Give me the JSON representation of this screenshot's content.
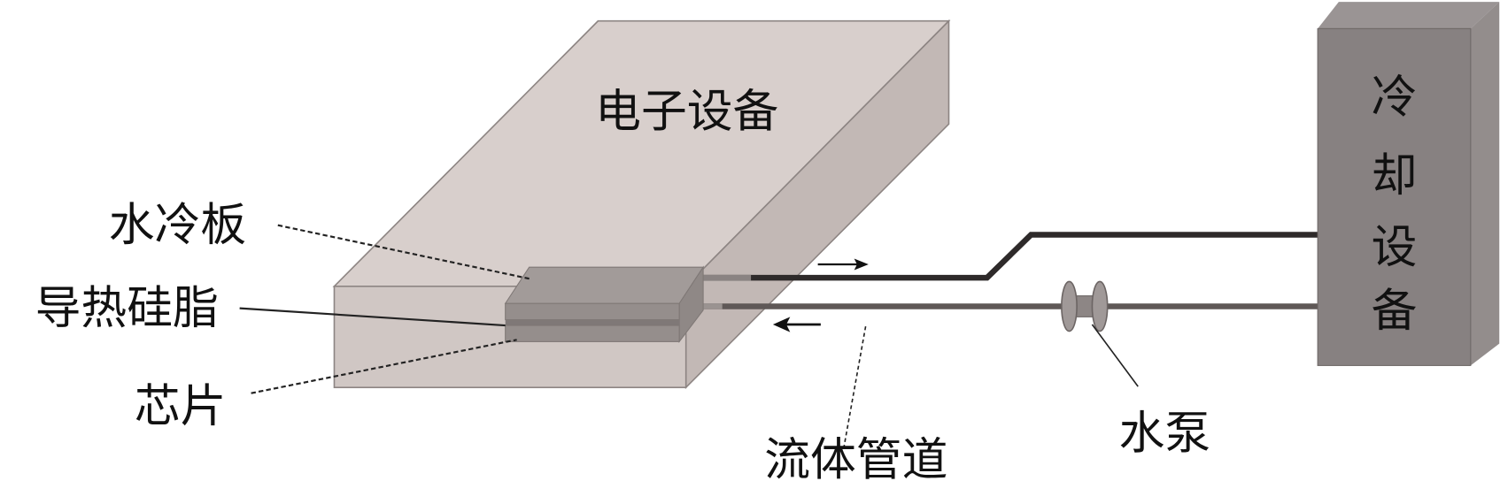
{
  "labels": {
    "electronic_device": "电子设备",
    "water_cold_plate": "水冷板",
    "thermal_grease": "导热硅脂",
    "chip": "芯片",
    "fluid_pipe": "流体管道",
    "water_pump": "水泵",
    "cooling_device": [
      "冷",
      "却",
      "设",
      "备"
    ]
  },
  "colors": {
    "device_top": "#d8cfcc",
    "device_front": "#cfc6c3",
    "device_side": "#c0b6b3",
    "plate": "#9a9391",
    "outlet_pipe": "#2e2a2a",
    "return_pipe": "#5f5857",
    "cooler": "#878181"
  }
}
